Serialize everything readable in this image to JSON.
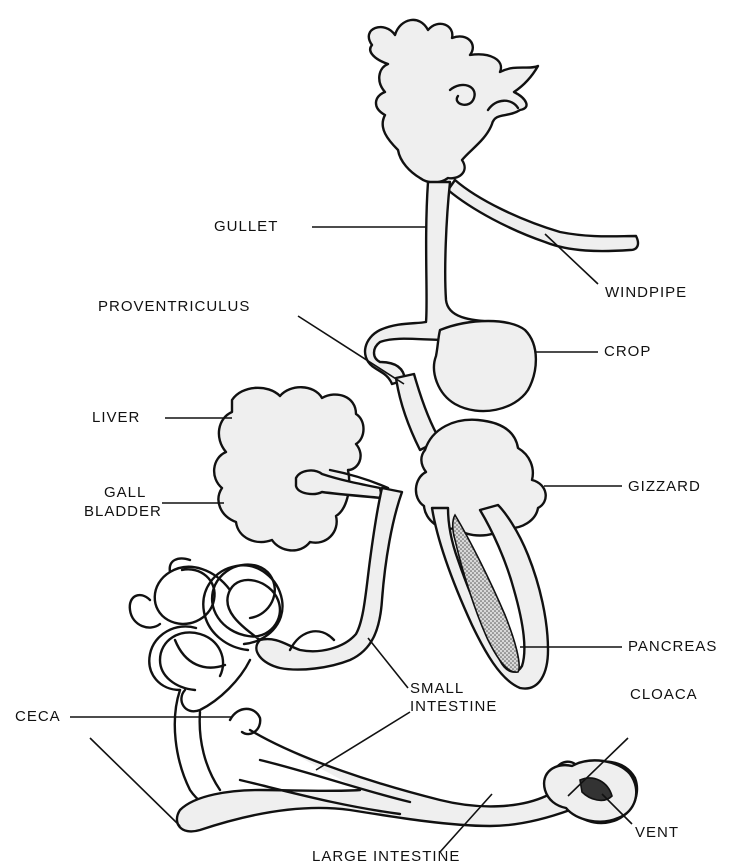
{
  "labels": {
    "gullet": "GULLET",
    "windpipe": "WINDPIPE",
    "proventriculus": "PROVENTRICULUS",
    "crop": "CROP",
    "liver": "LIVER",
    "gall_bladder_1": "GALL",
    "gall_bladder_2": "BLADDER",
    "gizzard": "GIZZARD",
    "pancreas": "PANCREAS",
    "small_intestine_1": "SMALL",
    "small_intestine_2": "INTESTINE",
    "ceca": "CECA",
    "cloaca": "CLOACA",
    "vent": "VENT",
    "large_intestine": "LARGE INTESTINE"
  },
  "colors": {
    "organ_fill": "#efefef",
    "line": "#111111",
    "pancreas_hatch": "#555555"
  }
}
